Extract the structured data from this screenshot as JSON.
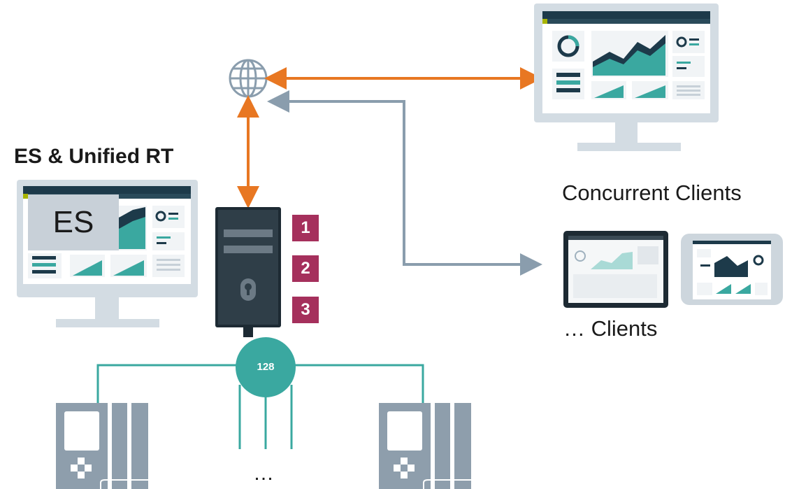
{
  "labels": {
    "es_unified_rt": "ES & Unified RT",
    "es": "ES",
    "concurrent_clients": "Concurrent Clients",
    "more_clients": "… Clients",
    "hub_count": "128",
    "ellipsis": "…"
  },
  "badges": [
    "1",
    "2",
    "3"
  ],
  "colors": {
    "orange_link": "#E87722",
    "gray_link": "#8A9DAD",
    "teal": "#3AA8A0",
    "badge": "#A5305C",
    "device": "#8E9EAC"
  },
  "icons": [
    "globe-icon",
    "server-tower-icon",
    "monitor-icon",
    "tablet-icon",
    "panel-icon",
    "plc-icon"
  ]
}
